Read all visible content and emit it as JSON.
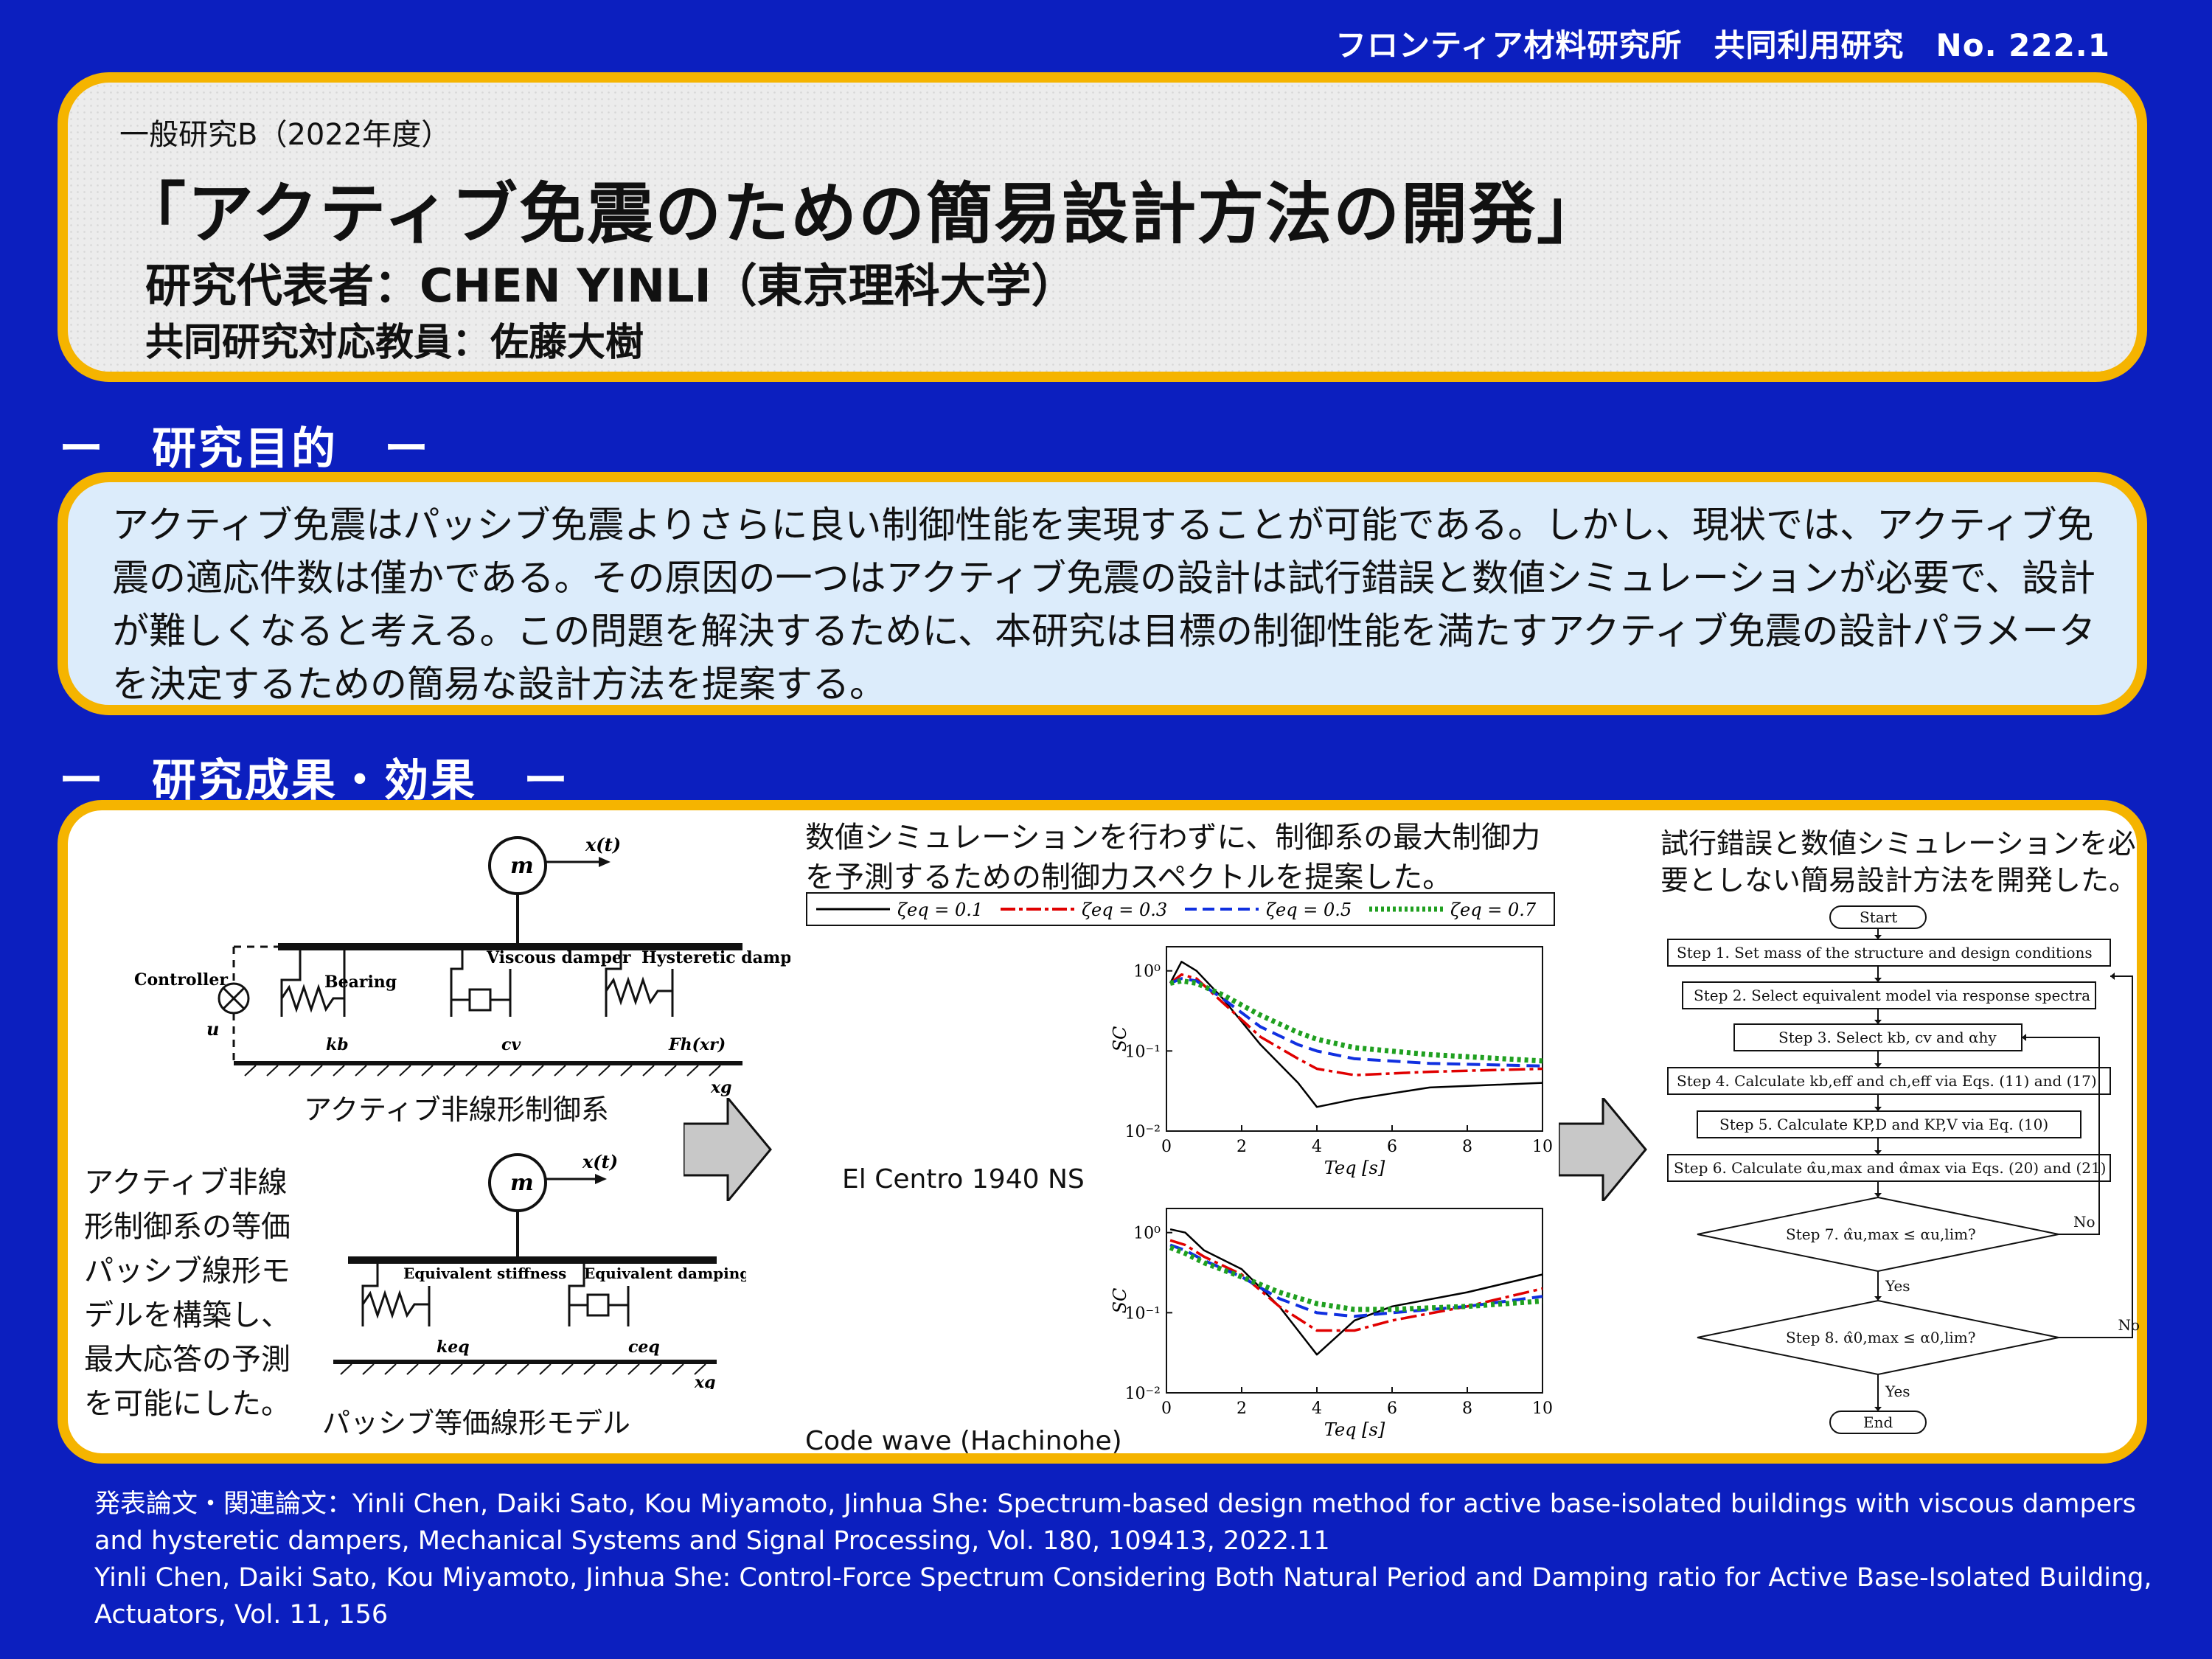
{
  "header": {
    "institute": "フロンティア材料研究所　共同利用研究　No. 222.1"
  },
  "title": {
    "category": "一般研究B（2022年度）",
    "main": "「アクティブ免震のための簡易設計方法の開発」",
    "lead_researcher": "研究代表者：CHEN YINLI（東京理科大学）",
    "counterpart": "共同研究対応教員：佐藤大樹"
  },
  "sections": {
    "purpose_heading": "ー　研究目的　ー",
    "results_heading": "ー　研究成果・効果　ー"
  },
  "purpose_text": "アクティブ免震はパッシブ免震よりさらに良い制御性能を実現することが可能である。しかし、現状では、アクティブ免震の適応件数は僅かである。その原因の一つはアクティブ免震の設計は試行錯誤と数値シミュレーションが必要で、設計が難しくなると考える。この問題を解決するために、本研究は目標の制御性能を満たすアクティブ免震の設計パラメータを決定するための簡易な設計方法を提案する。",
  "results": {
    "left": {
      "top_model": {
        "mass": "m",
        "disp": "x(t)",
        "controller": "Controller",
        "u": "u",
        "bearing": "Bearing",
        "viscous": "Viscous damper",
        "hysteretic": "Hysteretic damper",
        "kb": "kb",
        "cv": "cv",
        "fh": "Fh(xr)",
        "xg": "xg",
        "caption": "アクティブ非線形制御系"
      },
      "bottom_model": {
        "mass": "m",
        "disp": "x(t)",
        "eq_stiff": "Equivalent stiffness",
        "eq_damp": "Equivalent damping",
        "keq": "keq",
        "ceq": "ceq",
        "xg": "xg",
        "caption": "パッシブ等価線形モデル"
      },
      "note": "アクティブ非線形制御系の等価パッシブ線形モデルを構築し、最大応答の予測を可能にした。"
    },
    "middle": {
      "caption": "数値シミュレーションを行わずに、制御系の最大制御力を予測するための制御力スペクトルを提案した。",
      "legend": [
        "ζeq = 0.1",
        "ζeq = 0.3",
        "ζeq = 0.5",
        "ζeq = 0.7"
      ],
      "series_colors": [
        "#000000",
        "#e00000",
        "#1030e0",
        "#20a020"
      ],
      "plot1_label": "El Centro 1940 NS",
      "plot2_label": "Code wave (Hachinohe)",
      "xlabel": "Teq [s]",
      "ylabel": "SC",
      "xticks": [
        "0",
        "2",
        "4",
        "6",
        "8",
        "10"
      ],
      "yticks": [
        "10⁰",
        "10⁻¹",
        "10⁻²"
      ]
    },
    "right": {
      "caption": "試行錯誤と数値シミュレーションを必要としない簡易設計方法を開発した。",
      "flow": {
        "start": "Start",
        "step1": "Step 1. Set mass of the structure and design conditions",
        "step2": "Step 2. Select equivalent model via response spectra",
        "step3": "Step 3. Select kb, cv and αhy",
        "step4": "Step 4. Calculate kb,eff and ch,eff via Eqs. (11) and (17)",
        "step5": "Step 5. Calculate KP,D and KP,V via Eq. (10)",
        "step6": "Step 6. Calculate α̂u,max and α̂max via Eqs. (20) and (21)",
        "step7": "Step 7. α̂u,max ≤ αu,lim?",
        "step8": "Step 8. α̂0,max ≤ α0,lim?",
        "end": "End",
        "yes": "Yes",
        "no": "No"
      }
    }
  },
  "chart_data": [
    {
      "type": "line",
      "title": "El Centro 1940 NS",
      "xlabel": "Teq [s]",
      "ylabel": "SC",
      "log_y": true,
      "xlim": [
        0,
        10
      ],
      "ylim": [
        0.01,
        2
      ],
      "x": [
        0.1,
        0.4,
        0.8,
        1.5,
        2.5,
        3.5,
        4.0,
        5.0,
        7.0,
        10.0
      ],
      "series": [
        {
          "name": "ζeq = 0.1",
          "values": [
            0.7,
            1.3,
            1.0,
            0.45,
            0.12,
            0.04,
            0.02,
            0.025,
            0.035,
            0.04
          ]
        },
        {
          "name": "ζeq = 0.3",
          "values": [
            0.7,
            0.9,
            0.8,
            0.4,
            0.15,
            0.08,
            0.06,
            0.05,
            0.055,
            0.06
          ]
        },
        {
          "name": "ζeq = 0.5",
          "values": [
            0.7,
            0.8,
            0.75,
            0.45,
            0.2,
            0.12,
            0.1,
            0.08,
            0.07,
            0.065
          ]
        },
        {
          "name": "ζeq = 0.7",
          "values": [
            0.7,
            0.75,
            0.7,
            0.5,
            0.28,
            0.17,
            0.14,
            0.11,
            0.09,
            0.075
          ]
        }
      ]
    },
    {
      "type": "line",
      "title": "Code wave (Hachinohe)",
      "xlabel": "Teq [s]",
      "ylabel": "SC",
      "log_y": true,
      "xlim": [
        0,
        10
      ],
      "ylim": [
        0.01,
        2
      ],
      "x": [
        0.1,
        0.5,
        1.0,
        2.0,
        3.0,
        4.0,
        5.0,
        6.0,
        8.0,
        10.0
      ],
      "series": [
        {
          "name": "ζeq = 0.1",
          "values": [
            1.1,
            1.0,
            0.6,
            0.35,
            0.12,
            0.03,
            0.08,
            0.12,
            0.18,
            0.3
          ]
        },
        {
          "name": "ζeq = 0.3",
          "values": [
            0.8,
            0.7,
            0.5,
            0.3,
            0.12,
            0.06,
            0.06,
            0.08,
            0.12,
            0.2
          ]
        },
        {
          "name": "ζeq = 0.5",
          "values": [
            0.7,
            0.6,
            0.45,
            0.28,
            0.15,
            0.1,
            0.09,
            0.1,
            0.12,
            0.16
          ]
        },
        {
          "name": "ζeq = 0.7",
          "values": [
            0.65,
            0.55,
            0.42,
            0.28,
            0.18,
            0.13,
            0.11,
            0.11,
            0.12,
            0.14
          ]
        }
      ]
    }
  ],
  "footer": {
    "line1": "発表論文・関連論文：Yinli Chen, Daiki Sato, Kou Miyamoto, Jinhua She: Spectrum-based design method for active base-isolated buildings with viscous dampers and hysteretic dampers, Mechanical Systems and Signal Processing, Vol. 180, 109413, 2022.11",
    "line2": "Yinli Chen, Daiki Sato, Kou Miyamoto, Jinhua She: Control-Force Spectrum Considering Both Natural Period and Damping ratio for Active Base-Isolated Building, Actuators, Vol. 11, 156"
  }
}
